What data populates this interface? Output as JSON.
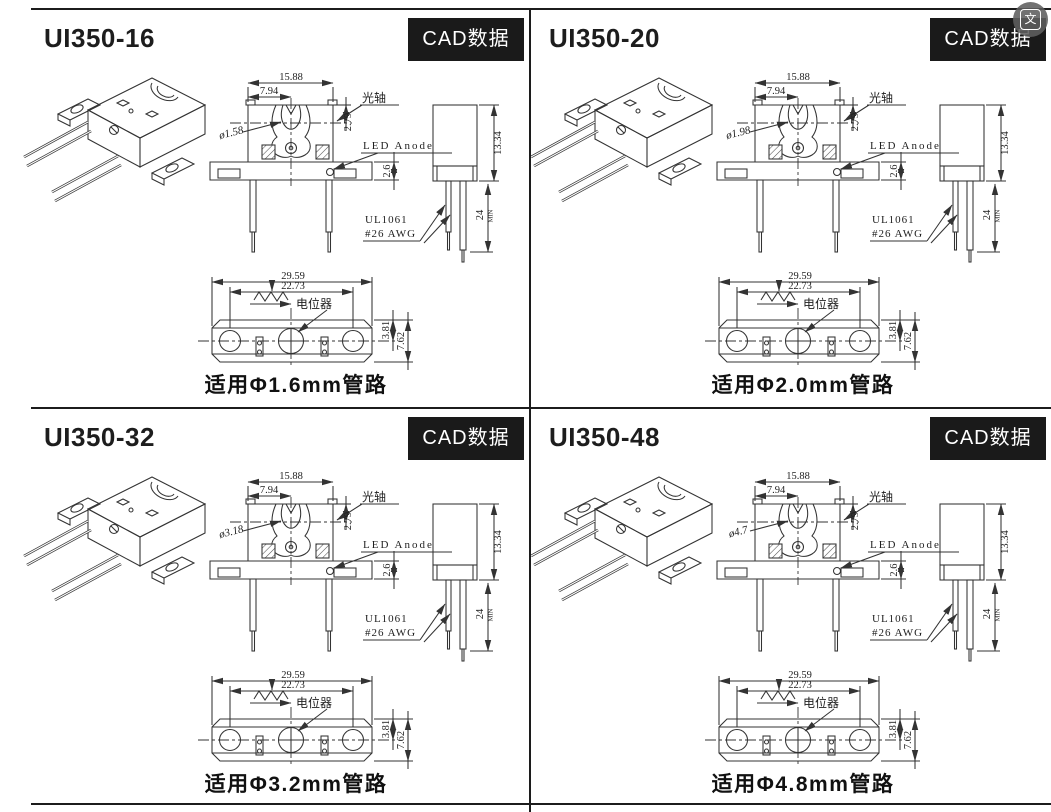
{
  "ui": {
    "translate_button_glyph": "文",
    "colors": {
      "badge_background": "#1a1a1a",
      "badge_text": "#ffffff",
      "line_color": "#333333"
    }
  },
  "quadrants": [
    {
      "title": "UI350-16",
      "cad_badge": "CAD数据",
      "caption": "适用Φ1.6mm管路",
      "front_view": {
        "dim_width_outer": "15.88",
        "dim_width_half": "7.94",
        "aperture": "ø1.58",
        "optical_axis_label": "光轴",
        "dim_axis_offset": "2.79",
        "led_anode_label": "LED Anode",
        "dim_anode_offset": "2.6"
      },
      "side_view": {
        "dim_height": "13.34",
        "dim_lead_length": "24",
        "lead_length_qualifier": "MIN",
        "wire_spec_line1": "UL1061",
        "wire_spec_line2": "#26 AWG"
      },
      "bottom_view": {
        "dim_width_outer": "29.59",
        "dim_hole_span": "22.73",
        "potentiometer_label": "电位器",
        "dim_center_offset": "3.81",
        "dim_height": "7.62"
      }
    },
    {
      "title": "UI350-20",
      "cad_badge": "CAD数据",
      "caption": "适用Φ2.0mm管路",
      "front_view": {
        "dim_width_outer": "15.88",
        "dim_width_half": "7.94",
        "aperture": "ø1.98",
        "optical_axis_label": "光轴",
        "dim_axis_offset": "2.79",
        "led_anode_label": "LED Anode",
        "dim_anode_offset": "2.6"
      },
      "side_view": {
        "dim_height": "13.34",
        "dim_lead_length": "24",
        "lead_length_qualifier": "MIN",
        "wire_spec_line1": "UL1061",
        "wire_spec_line2": "#26 AWG"
      },
      "bottom_view": {
        "dim_width_outer": "29.59",
        "dim_hole_span": "22.73",
        "potentiometer_label": "电位器",
        "dim_center_offset": "3.81",
        "dim_height": "7.62"
      }
    },
    {
      "title": "UI350-32",
      "cad_badge": "CAD数据",
      "caption": "适用Φ3.2mm管路",
      "front_view": {
        "dim_width_outer": "15.88",
        "dim_width_half": "7.94",
        "aperture": "ø3.18",
        "optical_axis_label": "光轴",
        "dim_axis_offset": "2.79",
        "led_anode_label": "LED Anode",
        "dim_anode_offset": "2.6"
      },
      "side_view": {
        "dim_height": "13.34",
        "dim_lead_length": "24",
        "lead_length_qualifier": "MIN",
        "wire_spec_line1": "UL1061",
        "wire_spec_line2": "#26 AWG"
      },
      "bottom_view": {
        "dim_width_outer": "29.59",
        "dim_hole_span": "22.73",
        "potentiometer_label": "电位器",
        "dim_center_offset": "3.81",
        "dim_height": "7.62"
      }
    },
    {
      "title": "UI350-48",
      "cad_badge": "CAD数据",
      "caption": "适用Φ4.8mm管路",
      "front_view": {
        "dim_width_outer": "15.88",
        "dim_width_half": "7.94",
        "aperture": "ø4.7",
        "optical_axis_label": "光轴",
        "dim_axis_offset": "2.79",
        "led_anode_label": "LED Anode",
        "dim_anode_offset": "2.6"
      },
      "side_view": {
        "dim_height": "13.34",
        "dim_lead_length": "24",
        "lead_length_qualifier": "MIN",
        "wire_spec_line1": "UL1061",
        "wire_spec_line2": "#26 AWG"
      },
      "bottom_view": {
        "dim_width_outer": "29.59",
        "dim_hole_span": "22.73",
        "potentiometer_label": "电位器",
        "dim_center_offset": "3.81",
        "dim_height": "7.62"
      }
    }
  ]
}
